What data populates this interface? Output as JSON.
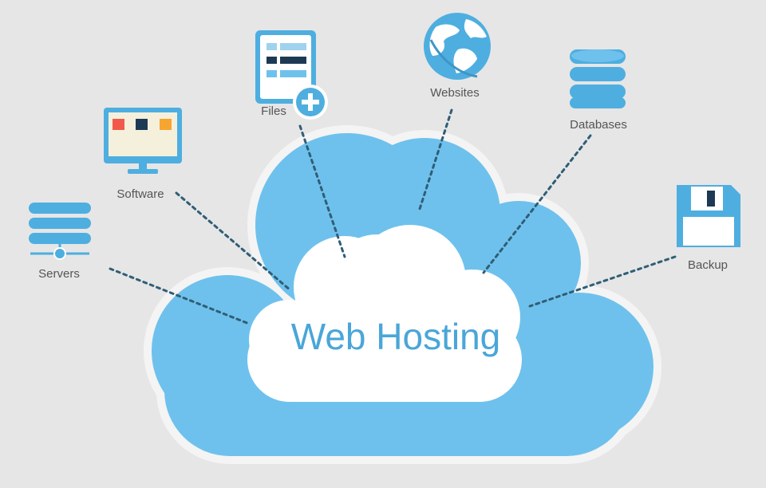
{
  "center": {
    "title": "Web Hosting"
  },
  "nodes": [
    {
      "id": "servers",
      "label": "Servers",
      "icon": "server-rack-icon"
    },
    {
      "id": "software",
      "label": "Software",
      "icon": "monitor-icon"
    },
    {
      "id": "files",
      "label": "Files",
      "icon": "document-add-icon"
    },
    {
      "id": "websites",
      "label": "Websites",
      "icon": "globe-icon"
    },
    {
      "id": "databases",
      "label": "Databases",
      "icon": "database-icon"
    },
    {
      "id": "backup",
      "label": "Backup",
      "icon": "floppy-disk-icon"
    }
  ],
  "colors": {
    "background": "#e6e6e6",
    "cloud_outer": "#6ec1ec",
    "cloud_inner": "#ffffff",
    "title_text": "#4aa6d8",
    "icon_blue": "#4eaee0",
    "connector": "#2f5e76",
    "label_text": "#555555",
    "swatch_red": "#f15a4a",
    "swatch_navy": "#1d3a55",
    "swatch_orange": "#f7a531"
  }
}
